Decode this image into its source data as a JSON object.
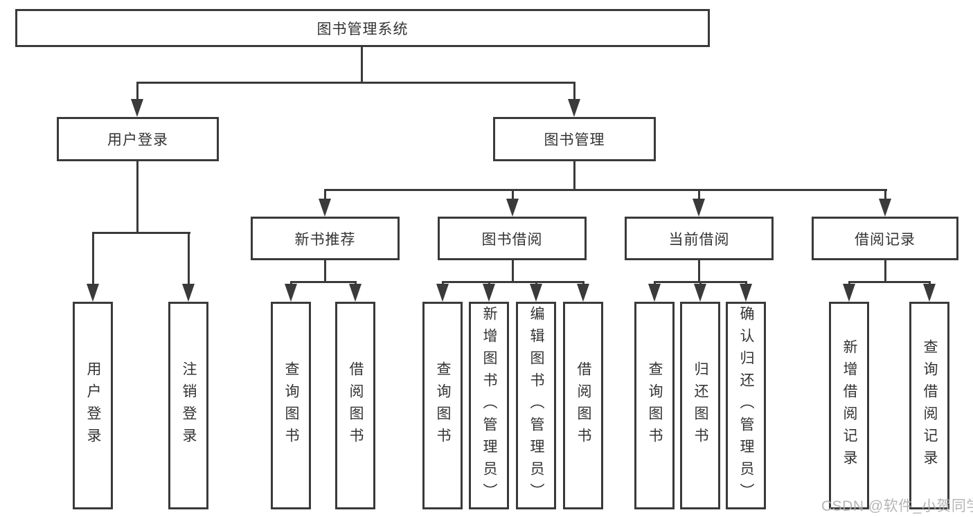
{
  "nodes": {
    "root": "图书管理系统",
    "level2": {
      "user_login": "用户登录",
      "book_mgmt": "图书管理"
    },
    "level3": {
      "new_books": "新书推荐",
      "book_borrow": "图书借阅",
      "current_borrow": "当前借阅",
      "borrow_records": "借阅记录"
    },
    "leaves": {
      "user_login": [
        "用户登录",
        "注销登录"
      ],
      "new_books": [
        "查询图书",
        "借阅图书"
      ],
      "book_borrow": [
        "查询图书",
        "新增图书（管理员）",
        "编辑图书（管理员）",
        "借阅图书"
      ],
      "current_borrow": [
        "查询图书",
        "归还图书",
        "确认归还（管理员）"
      ],
      "borrow_records": [
        "新增借阅记录",
        "查询借阅记录"
      ]
    }
  },
  "watermark": "CSDN @软件_小贺同学",
  "colors": {
    "line": "#3a3a3a",
    "text": "#333333",
    "watermark": "#afafaf",
    "background": "#ffffff"
  }
}
